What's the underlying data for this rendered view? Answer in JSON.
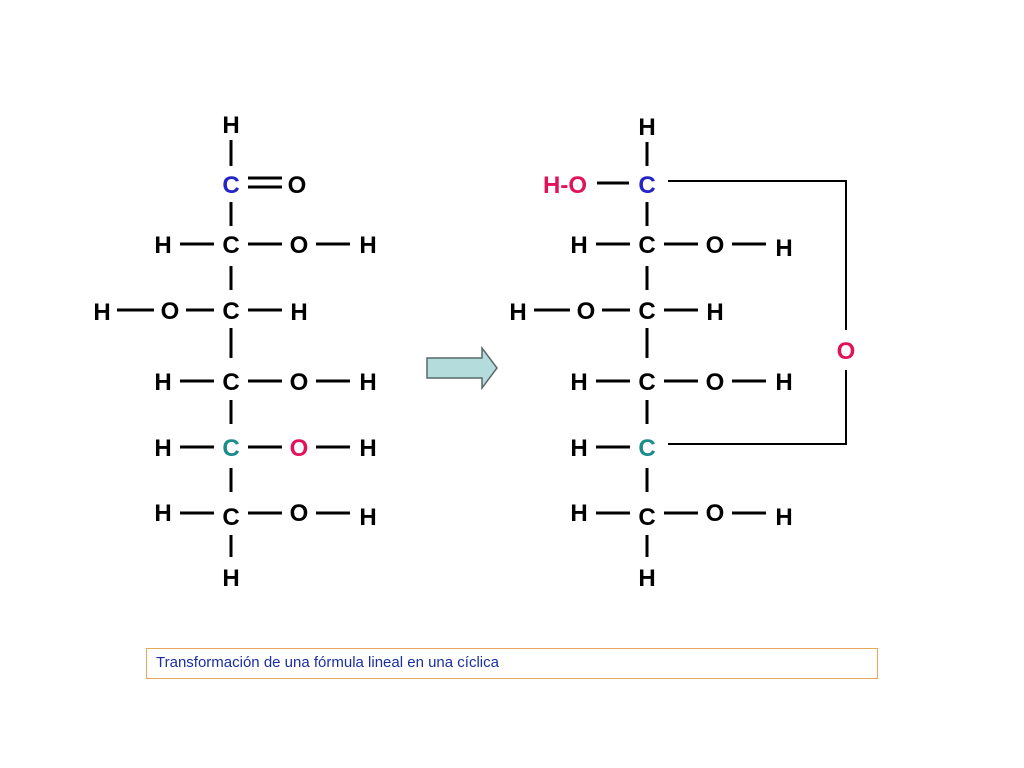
{
  "caption": "Transformación de una fórmula lineal en una cíclica",
  "colors": {
    "bond": "#000000",
    "atom_default": "#000000",
    "carbon_anomeric": "#2323c8",
    "carbon_c5": "#1a8c8c",
    "oxygen_highlight": "#e0125a",
    "arrow_fill": "#b4dcdc",
    "caption_border": "#e8a85c",
    "caption_text": "#1a2fa0"
  },
  "linear": {
    "atoms": {
      "h_top": "H",
      "c1": "C",
      "o_aldehyde": "O",
      "c2_h_left": "H",
      "c2": "C",
      "c2_o": "O",
      "c2_h_right": "H",
      "c3_h_left": "H",
      "c3_o": "O",
      "c3": "C",
      "c3_h_right": "H",
      "c4_h_left": "H",
      "c4": "C",
      "c4_o": "O",
      "c4_h_right": "H",
      "c5_h_left": "H",
      "c5": "C",
      "c5_o": "O",
      "c5_h_right": "H",
      "c6_h_left": "H",
      "c6": "C",
      "c6_o": "O",
      "c6_h_right": "H",
      "h_bottom": "H"
    }
  },
  "cyclic": {
    "atoms": {
      "h_top": "H",
      "c1_ho": "H-O",
      "c1": "C",
      "c2_h_left": "H",
      "c2": "C",
      "c2_o": "O",
      "c2_h_right": "H",
      "c3_h_left": "H",
      "c3_o": "O",
      "c3": "C",
      "c3_h_right": "H",
      "c4_h_left": "H",
      "c4": "C",
      "c4_o": "O",
      "c4_h_right": "H",
      "c5_h_left": "H",
      "c5": "C",
      "c6_h_left": "H",
      "c6": "C",
      "c6_o": "O",
      "c6_h_right": "H",
      "h_bottom": "H",
      "ring_o": "O"
    }
  }
}
